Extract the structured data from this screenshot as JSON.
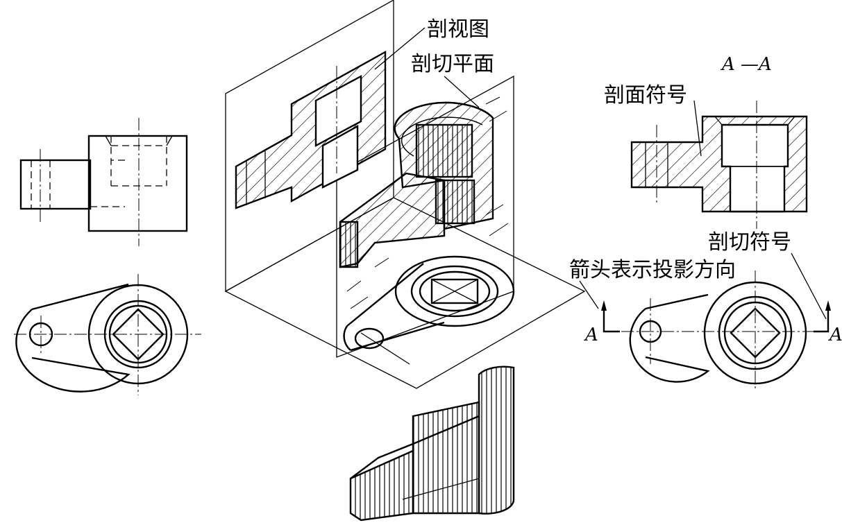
{
  "labels": {
    "section_view": "剖视图",
    "cutting_plane": "剖切平面",
    "section_symbol": "剖面符号",
    "cutting_symbol": "剖切符号",
    "arrow_direction": "箭头表示投影方向",
    "section_name": "A —A",
    "marker_left": "A",
    "marker_right": "A"
  },
  "colors": {
    "line": "#000000",
    "background": "#ffffff"
  }
}
